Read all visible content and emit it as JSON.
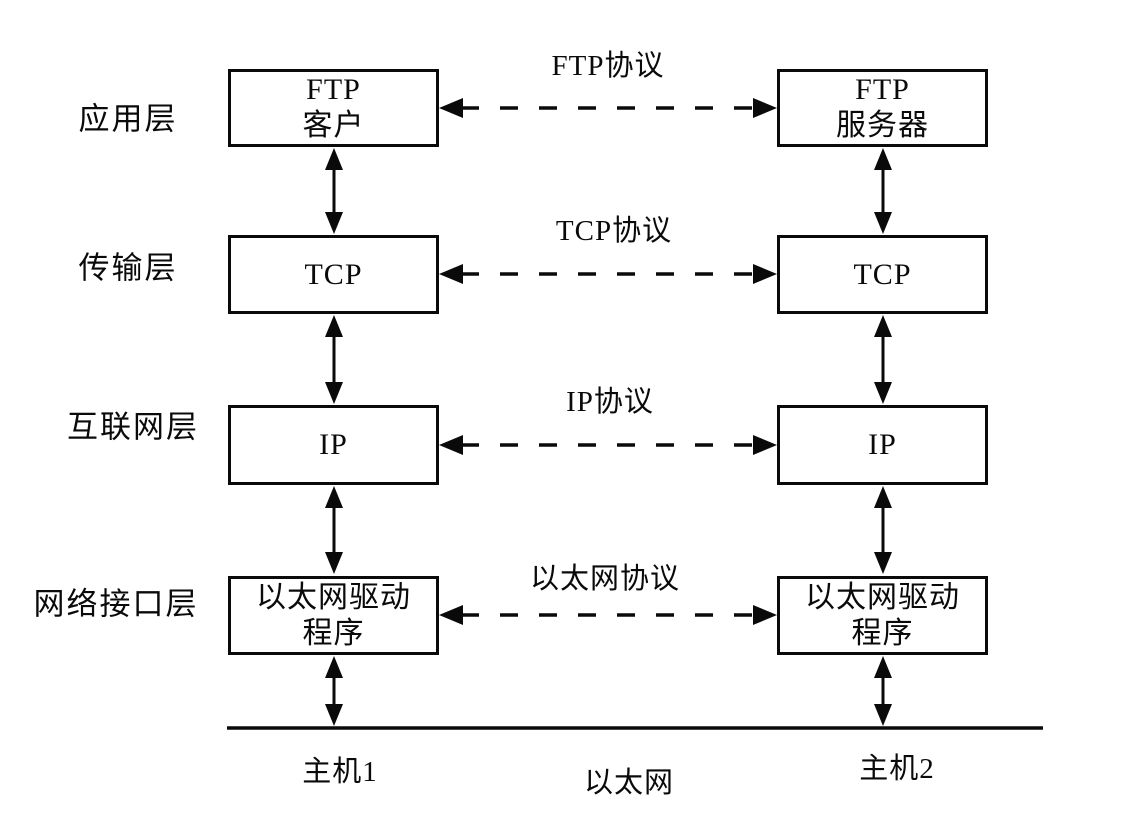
{
  "colors": {
    "ink": "#0a0a0a",
    "background": "#ffffff"
  },
  "layers": [
    {
      "label": "应用层",
      "protocol": "FTP协议",
      "host1_box": {
        "line1": "FTP",
        "line2": "客户"
      },
      "host2_box": {
        "line1": "FTP",
        "line2": "服务器"
      }
    },
    {
      "label": "传输层",
      "protocol": "TCP协议",
      "host1_box": {
        "line1": "TCP"
      },
      "host2_box": {
        "line1": "TCP"
      }
    },
    {
      "label": "互联网层",
      "protocol": "IP协议",
      "host1_box": {
        "line1": "IP"
      },
      "host2_box": {
        "line1": "IP"
      }
    },
    {
      "label": "网络接口层",
      "protocol": "以太网协议",
      "host1_box": {
        "line1": "以太网驱动",
        "line2": "程序"
      },
      "host2_box": {
        "line1": "以太网驱动",
        "line2": "程序"
      }
    }
  ],
  "bottom": {
    "host1": "主机1",
    "network": "以太网",
    "host2": "主机2"
  }
}
